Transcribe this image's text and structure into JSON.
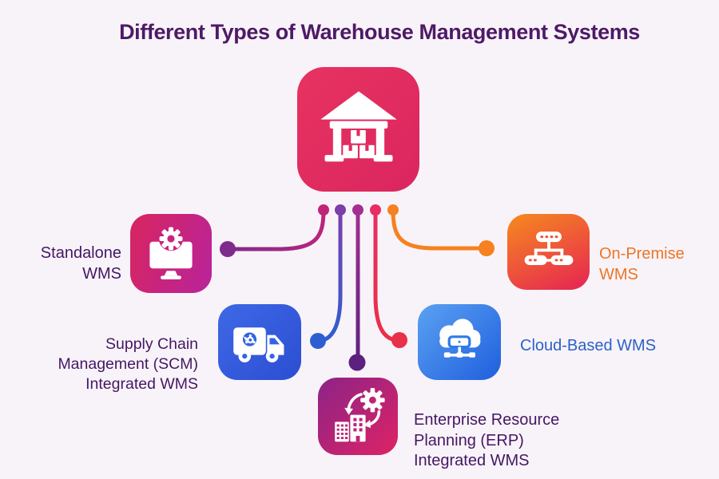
{
  "title": {
    "text": "Different Types of Warehouse Management Systems"
  },
  "center": {
    "icon": "warehouse-icon"
  },
  "nodes": [
    {
      "id": "standalone",
      "label": "Standalone\nWMS",
      "icon": "monitor-gear-icon",
      "label_color": "#451763"
    },
    {
      "id": "scm",
      "label": "Supply Chain\nManagement (SCM)\nIntegrated WMS",
      "icon": "truck-icon",
      "label_color": "#451763"
    },
    {
      "id": "erp",
      "label": "Enterprise Resource\nPlanning (ERP)\nIntegrated WMS",
      "icon": "buildings-gear-icon",
      "label_color": "#451763"
    },
    {
      "id": "cloud",
      "label": "Cloud-Based WMS",
      "icon": "cloud-network-icon",
      "label_color": "#2A62C8"
    },
    {
      "id": "onprem",
      "label": "On-Premise\nWMS",
      "icon": "server-network-icon",
      "label_color": "#ED7524"
    }
  ],
  "colors": {
    "background": "#F8F3F9",
    "title": "#4E1A66",
    "label-dark": "#451763",
    "label-onprem": "#ED7524",
    "label-cloud": "#2A62C8",
    "tile-center-1": "#E73360",
    "tile-center-2": "#DB2560",
    "center-accent": "#E02A5E",
    "tile-standalone-1": "#D8255F",
    "tile-standalone-2": "#B8249B",
    "standalone-accent": "#C9247D",
    "tile-scm-1": "#3E68E6",
    "tile-scm-2": "#2C4ED2",
    "scm-accent": "#3563E4",
    "tile-cloud-1": "#5BA1F2",
    "tile-cloud-2": "#1F5FDE",
    "cloud-accent": "#2E7BE8",
    "tile-onprem-1": "#F68A1E",
    "tile-onprem-2": "#E62353",
    "onprem-accent": "#EF5533",
    "tile-erp-1": "#8C2387",
    "tile-erp-2": "#DE2365",
    "erp-accent": "#C22378",
    "line-standalone-1": "#C02479",
    "line-standalone-2": "#7E2B8C",
    "line-scm-1": "#7B3FA8",
    "line-scm-2": "#2C5ED2",
    "line-erp-1": "#A33090",
    "line-erp-2": "#5C2180",
    "line-cloud-1": "#E82D62",
    "line-cloud-2": "#E93049",
    "line-onprem": "#F68120"
  }
}
